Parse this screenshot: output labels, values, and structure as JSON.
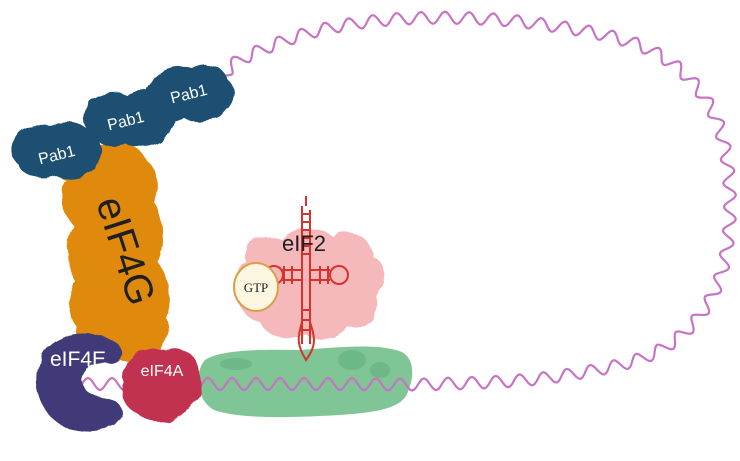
{
  "labels": {
    "pab1_a": "Pab1",
    "pab1_b": "Pab1",
    "pab1_c": "Pab1",
    "eif4g": "eIF4G",
    "eif4e": "eIF4E",
    "eif4a": "eIF4A",
    "eif2": "eIF2",
    "gtp": "GTP"
  },
  "colors": {
    "mrna": "#c774c4",
    "pab1": "#1b4f72",
    "eif4g": "#e08a0c",
    "eif4e": "#3f3a78",
    "eif4a": "#c0304f",
    "eif2": "#f6b9bb",
    "ribosome": "#7fc596",
    "trna": "#d9322a",
    "gtp_fill": "#fcf5df",
    "gtp_stroke": "#d8a04a"
  }
}
